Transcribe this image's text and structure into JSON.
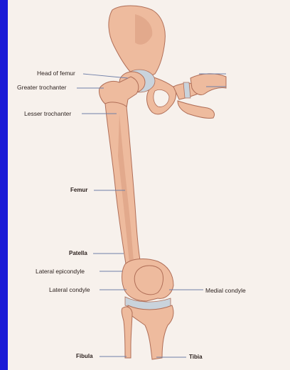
{
  "colors": {
    "side_bar": "#1a1ad6",
    "paper": "#f7f1ec",
    "bone_fill": "#eebb9e",
    "bone_shade": "#d99b7e",
    "bone_outline": "#b06e57",
    "cartilage": "#c9d3dc",
    "label_text": "#2a1f1c",
    "leader_line": "#6f7fa8"
  },
  "labels": {
    "head_of_femur": "Head of femur",
    "greater_trochanter": "Greater trochanter",
    "lesser_trochanter": "Lesser trochanter",
    "femur": "Femur",
    "patella": "Patella",
    "lateral_epicondyle": "Lateral epicondyle",
    "lateral_condyle": "Lateral condyle",
    "medial_condyle": "Medial condyle",
    "fibula": "Fibula",
    "tibia": "Tibia"
  }
}
